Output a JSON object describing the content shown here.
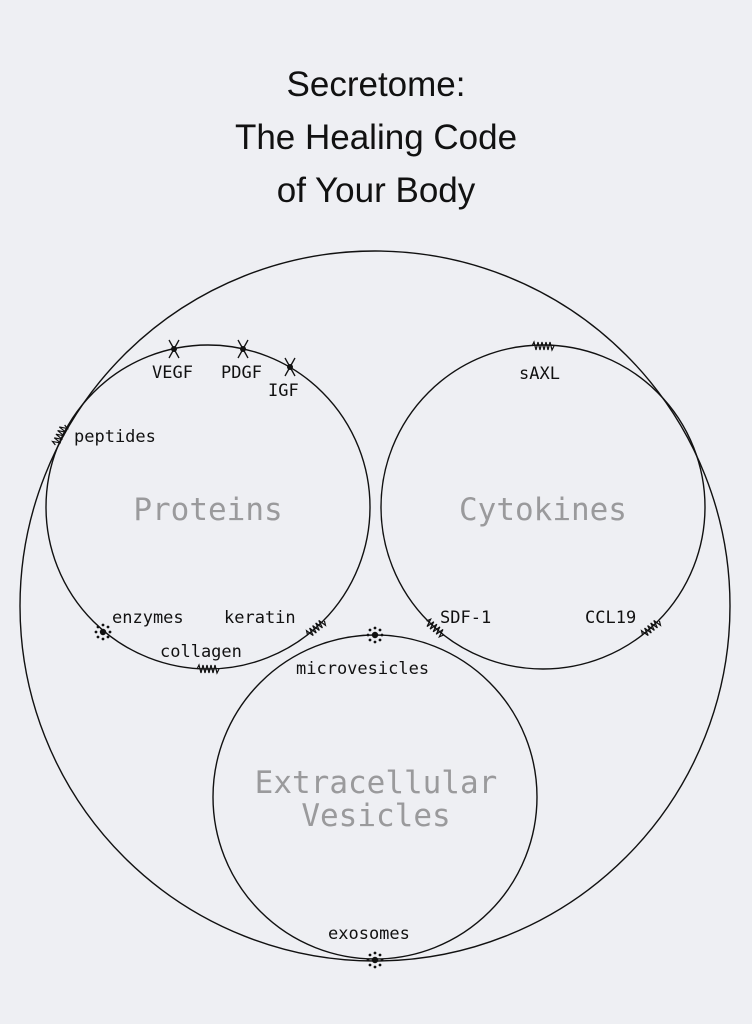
{
  "title": {
    "line1": "Secretome:",
    "line2": "The Healing Code",
    "line3": "of Your Body"
  },
  "groups": {
    "proteins": "Proteins",
    "cytokines": "Cytokines",
    "vesicles_line1": "Extracellular",
    "vesicles_line2": "Vesicles"
  },
  "labels": {
    "vegf": "VEGF",
    "pdgf": "PDGF",
    "igf": "IGF",
    "peptides": "peptides",
    "enzymes": "enzymes",
    "keratin": "keratin",
    "collagen": "collagen",
    "sAXL": "sAXL",
    "sdf1": "SDF-1",
    "ccl19": "CCL19",
    "microvesicles": "microvesicles",
    "exosomes": "exosomes"
  },
  "colors": {
    "background": "#eeeff3",
    "line": "#111111",
    "group_label": "#9a9a9c"
  }
}
